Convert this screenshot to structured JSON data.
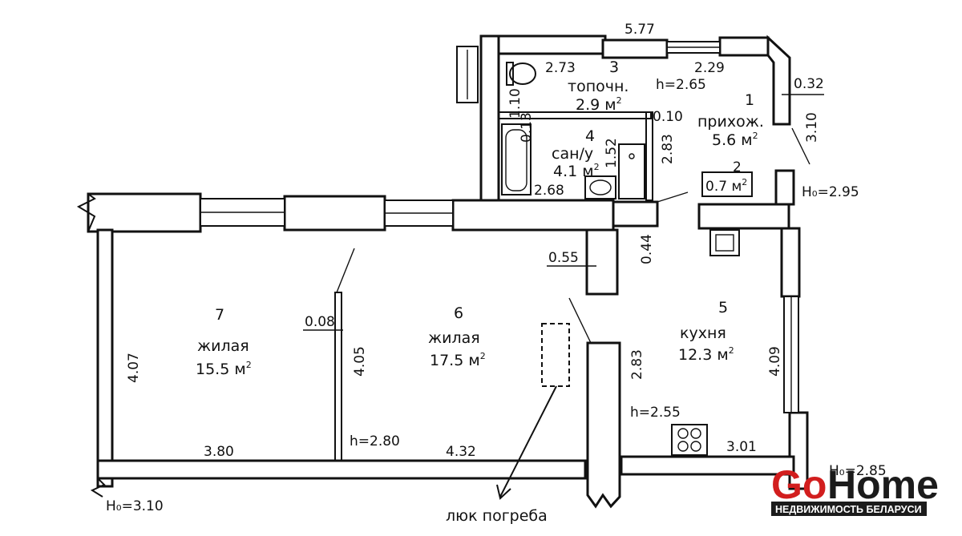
{
  "rooms": [
    {
      "num": "1",
      "name": "прихож.",
      "area": "5.6 м",
      "sup": "2"
    },
    {
      "num": "2",
      "area": "0.7 м",
      "sup": "2"
    },
    {
      "num": "3",
      "name": "топочн.",
      "area": "2.9 м",
      "sup": "2"
    },
    {
      "num": "4",
      "name": "сан/у",
      "area": "4.1 м",
      "sup": "2"
    },
    {
      "num": "5",
      "name": "кухня",
      "area": "12.3 м",
      "sup": "2"
    },
    {
      "num": "6",
      "name": "жилая",
      "area": "17.5 м",
      "sup": "2"
    },
    {
      "num": "7",
      "name": "жилая",
      "area": "15.5 м",
      "sup": "2"
    }
  ],
  "dimensions": {
    "d_5_77": "5.77",
    "d_2_73": "2.73",
    "d_2_29": "2.29",
    "d_0_32": "0.32",
    "d_3_10": "3.10",
    "d_1_10": "1.10",
    "d_0_13": "0.13",
    "d_0_10": "0.10",
    "d_1_52": "1.52",
    "d_2_83_top": "2.83",
    "d_2_68": "2.68",
    "d_0_44": "0.44",
    "d_0_55": "0.55",
    "d_0_08": "0.08",
    "d_4_07": "4.07",
    "d_4_05": "4.05",
    "d_2_83_mid": "2.83",
    "d_4_09": "4.09",
    "d_3_80": "3.80",
    "d_4_32": "4.32",
    "d_3_01": "3.01"
  },
  "heights": {
    "h_2_65": "h=2.65",
    "h_2_80": "h=2.80",
    "h_2_55": "h=2.55",
    "h0_2_95": "H₀=2.95",
    "h0_3_10": "H₀=3.10",
    "h0_2_85": "H₀=2.85"
  },
  "annotation": "люк погреба",
  "brand": {
    "go": "Go",
    "home": "Home",
    "subtitle": "НЕДВИЖИМОСТЬ БЕЛАРУСИ",
    "go_color": "#d21e1e",
    "home_color": "#1b1b1b"
  }
}
